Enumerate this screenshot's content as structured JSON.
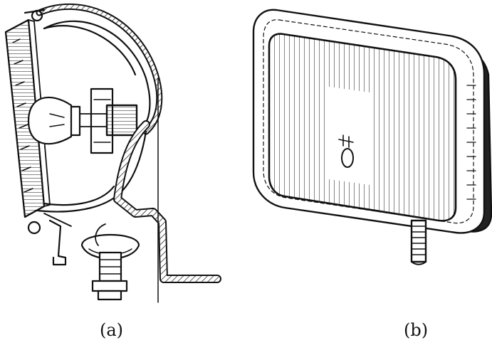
{
  "figure": {
    "panels": [
      {
        "id": "a",
        "caption": "(a)",
        "subject": "cutaway-lamp"
      },
      {
        "id": "b",
        "caption": "(b)",
        "subject": "rectangular-lamp"
      }
    ],
    "colors": {
      "ink": "#111111",
      "paper": "#ffffff",
      "shade": "#222222"
    }
  }
}
